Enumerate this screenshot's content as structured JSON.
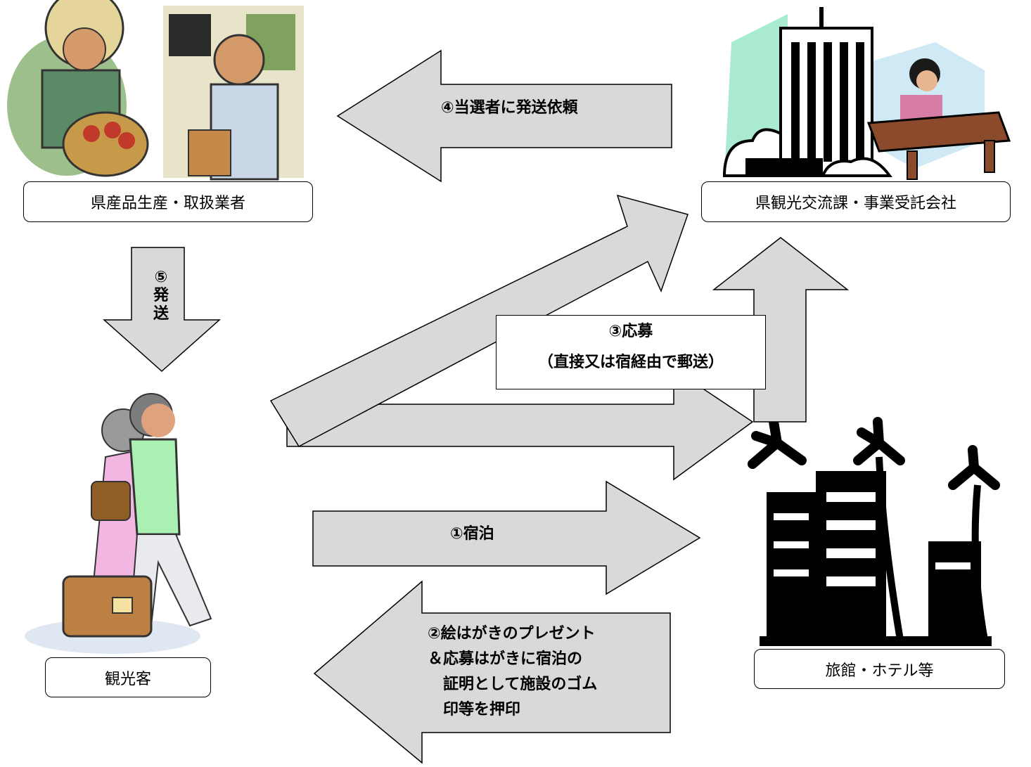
{
  "colors": {
    "arrow_fill": "#d9d9d9",
    "arrow_stroke": "#000000",
    "box_border": "#000000"
  },
  "nodes": {
    "producers": "県産品生産・取扱業者",
    "office": "県観光交流課・事業受託会社",
    "tourist": "観光客",
    "hotel": "旅館・ホテル等"
  },
  "illustrations": {
    "producers": "farmer-and-shopkeeper-clipart",
    "office": "office-building-and-clerk-clipart",
    "tourist": "traveling-couple-clipart",
    "hotel": "resort-hotel-palm-trees-clipart"
  },
  "steps": {
    "step1": "①宿泊",
    "step2_lines": [
      "②絵はがきのプレゼント",
      "＆応募はがきに宿泊の",
      "　証明として施設のゴム",
      "　印等を押印"
    ],
    "step3_title": "③応募",
    "step3_sub": "（直接又は宿経由で郵送）",
    "step4": "④当選者に発送依頼",
    "step5_chars": [
      "⑤",
      "発",
      "送"
    ]
  }
}
